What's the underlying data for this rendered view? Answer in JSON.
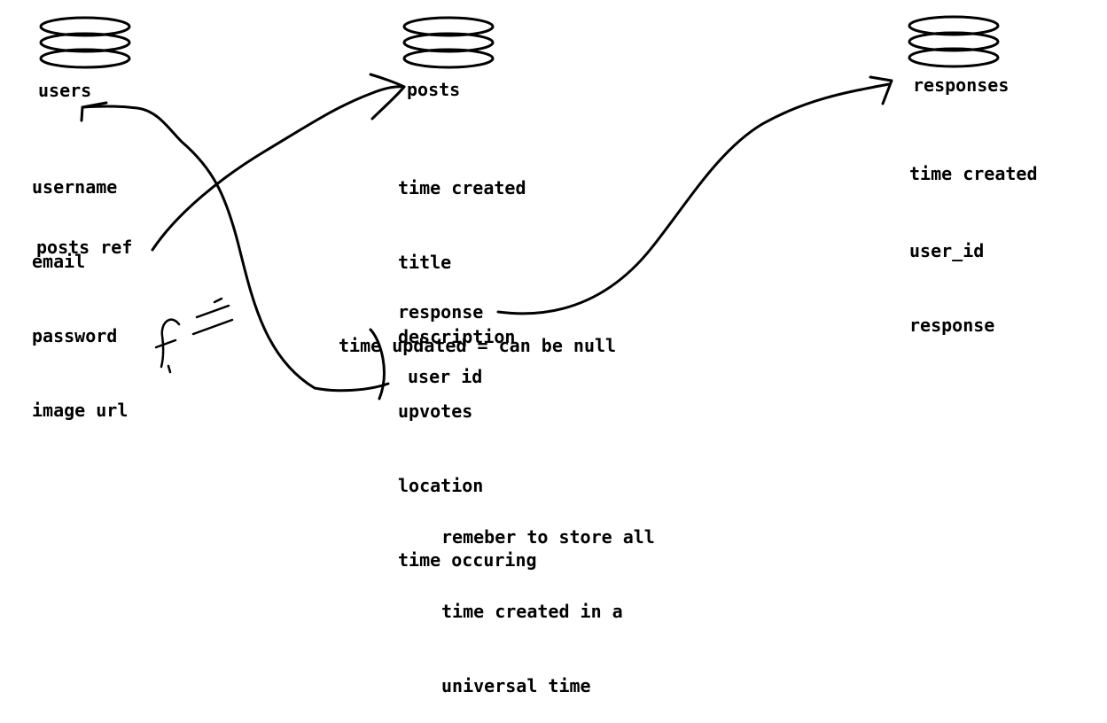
{
  "tables": {
    "users": {
      "title": "users",
      "fields": [
        "username",
        "email",
        "password",
        "image url"
      ],
      "ref": "posts ref"
    },
    "posts": {
      "title": "posts",
      "fields": [
        "time created",
        "title",
        "description",
        "upvotes",
        "location",
        "time occuring"
      ],
      "response": "response",
      "updated": "time updated = can be null",
      "user_id": "user id"
    },
    "responses": {
      "title": "responses",
      "fields": [
        "time created",
        "user_id",
        "response"
      ]
    }
  },
  "note": {
    "lines": [
      "remeber to store all",
      "time created in a",
      "universal time"
    ]
  }
}
